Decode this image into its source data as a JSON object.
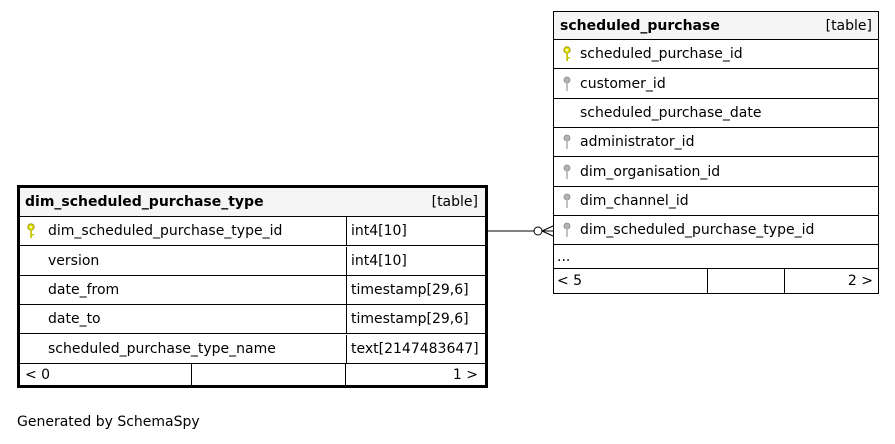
{
  "left_table": {
    "name": "dim_scheduled_purchase_type",
    "kind": "[table]",
    "columns": [
      {
        "name": "dim_scheduled_purchase_type_id",
        "type": "int4[10]",
        "key": "primary"
      },
      {
        "name": "version",
        "type": "int4[10]",
        "key": "none"
      },
      {
        "name": "date_from",
        "type": "timestamp[29,6]",
        "key": "none"
      },
      {
        "name": "date_to",
        "type": "timestamp[29,6]",
        "key": "none"
      },
      {
        "name": "scheduled_purchase_type_name",
        "type": "text[2147483647]",
        "key": "none"
      }
    ],
    "footer": {
      "parents": "< 0",
      "children": "1 >"
    }
  },
  "right_table": {
    "name": "scheduled_purchase",
    "kind": "[table]",
    "columns": [
      {
        "name": "scheduled_purchase_id",
        "key": "primary"
      },
      {
        "name": "customer_id",
        "key": "foreign"
      },
      {
        "name": "scheduled_purchase_date",
        "key": "none"
      },
      {
        "name": "administrator_id",
        "key": "foreign"
      },
      {
        "name": "dim_organisation_id",
        "key": "foreign"
      },
      {
        "name": "dim_channel_id",
        "key": "foreign"
      },
      {
        "name": "dim_scheduled_purchase_type_id",
        "key": "foreign"
      }
    ],
    "ellipsis": "...",
    "footer": {
      "parents": "< 5",
      "children": "2 >"
    }
  },
  "generated_by": "Generated by SchemaSpy",
  "colors": {
    "primary_key": "#e6e600",
    "foreign_key": "#b3b3b3",
    "header_bg": "#f5f5f5"
  },
  "icons": {
    "primary_key": "key-icon",
    "foreign_key": "foreign-key-icon"
  }
}
